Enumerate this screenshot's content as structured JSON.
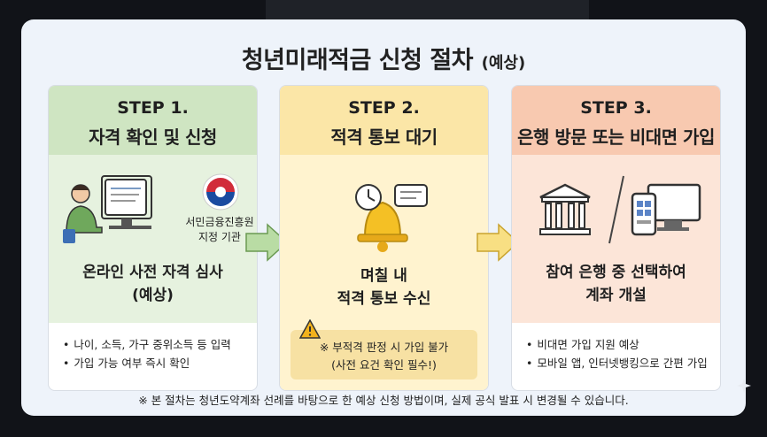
{
  "title": {
    "main": "청년미래적금 신청 절차",
    "sub": "(예상)"
  },
  "steps": [
    {
      "step": "STEP 1.",
      "title": "자격 확인 및 신청",
      "org_label_line1": "서민금융진흥원",
      "org_label_line2": "지정 기관",
      "body_line1": "온라인 사전 자격 심사",
      "body_line2": "(예상)",
      "bullets": [
        "나이, 소득, 가구 중위소득 등 입력",
        "가입 가능 여부 즉시 확인"
      ],
      "color": "#cfe5c2"
    },
    {
      "step": "STEP 2.",
      "title": "적격 통보 대기",
      "body_line1": "며칠 내",
      "body_line2": "적격 통보 수신",
      "warning_line1": "※ 부적격 판정 시 가입 불가",
      "warning_line2": "(사전 요건 확인 필수!)",
      "color": "#fbe6a7"
    },
    {
      "step": "STEP 3.",
      "title": "은행 방문 또는 비대면 가입",
      "body_line1": "참여 은행 중 선택하여",
      "body_line2": "계좌 개설",
      "bullets": [
        "비대면 가입 지원 예상",
        "모바일 앱, 인터넷뱅킹으로 간편 가입"
      ],
      "color": "#f8c9b0"
    }
  ],
  "icons": {
    "step1": [
      "person-at-computer-icon",
      "government-emblem-icon"
    ],
    "step2": [
      "bell-icon",
      "clock-icon",
      "chat-bubble-icon",
      "warning-icon"
    ],
    "step3": [
      "bank-building-icon",
      "mobile-devices-icon"
    ],
    "arrows": [
      "arrow-right-green-icon",
      "arrow-right-yellow-icon"
    ]
  },
  "footnote": "※ 본 절차는 청년도약계좌 선례를 바탕으로 한 예상 신청 방법이며, 실제 공식 발표 시 변경될 수 있습니다."
}
